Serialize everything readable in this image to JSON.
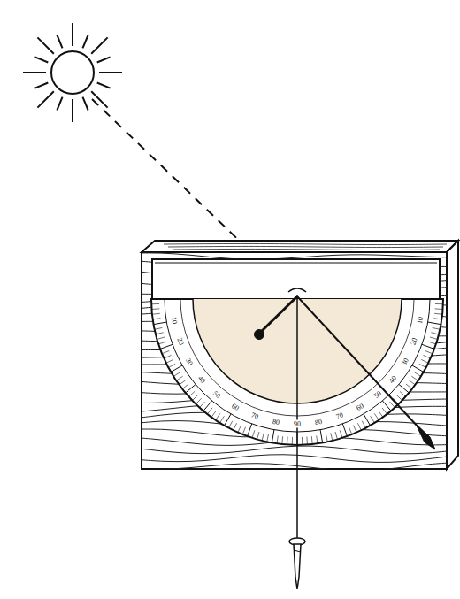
{
  "diagram": {
    "labels": [
      "10",
      "20",
      "30",
      "40",
      "50",
      "60",
      "70",
      "80",
      "90",
      "80",
      "70",
      "60",
      "50",
      "40",
      "30",
      "20",
      "10"
    ]
  }
}
